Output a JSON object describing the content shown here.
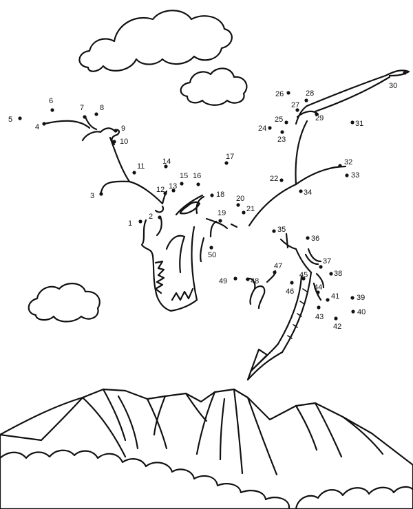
{
  "colors": {
    "ink": "#111111",
    "paper": "#ffffff"
  },
  "dots": [
    {
      "n": "1"
    },
    {
      "n": "2"
    },
    {
      "n": "3"
    },
    {
      "n": "4"
    },
    {
      "n": "5"
    },
    {
      "n": "6"
    },
    {
      "n": "7"
    },
    {
      "n": "8"
    },
    {
      "n": "9"
    },
    {
      "n": "10"
    },
    {
      "n": "11"
    },
    {
      "n": "12"
    },
    {
      "n": "13"
    },
    {
      "n": "14"
    },
    {
      "n": "15"
    },
    {
      "n": "16"
    },
    {
      "n": "17"
    },
    {
      "n": "18"
    },
    {
      "n": "19"
    },
    {
      "n": "20"
    },
    {
      "n": "21"
    },
    {
      "n": "22"
    },
    {
      "n": "23"
    },
    {
      "n": "24"
    },
    {
      "n": "25"
    },
    {
      "n": "26"
    },
    {
      "n": "27"
    },
    {
      "n": "28"
    },
    {
      "n": "29"
    },
    {
      "n": "30"
    },
    {
      "n": "31"
    },
    {
      "n": "32"
    },
    {
      "n": "33"
    },
    {
      "n": "34"
    },
    {
      "n": "35"
    },
    {
      "n": "36"
    },
    {
      "n": "37"
    },
    {
      "n": "38"
    },
    {
      "n": "39"
    },
    {
      "n": "40"
    },
    {
      "n": "41"
    },
    {
      "n": "42"
    },
    {
      "n": "43"
    },
    {
      "n": "44"
    },
    {
      "n": "45"
    },
    {
      "n": "46"
    },
    {
      "n": "47"
    },
    {
      "n": "48"
    },
    {
      "n": "49"
    },
    {
      "n": "50"
    }
  ]
}
